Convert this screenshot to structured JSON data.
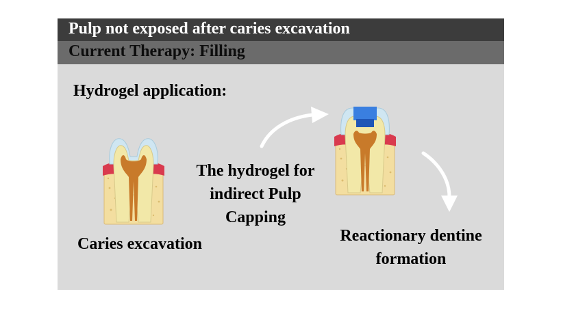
{
  "header": {
    "title": "Pulp not exposed after caries excavation",
    "subtitle": "Current Therapy: Filling"
  },
  "diagram": {
    "section_label": "Hydrogel application:",
    "step1_label": "Caries excavation",
    "step2_label": "The hydrogel for indirect Pulp Capping",
    "step3_label": "Reactionary dentine formation"
  },
  "colors": {
    "title_bar": "#3c3c3c",
    "subtitle_bar": "#6b6b6b",
    "panel": "#dadada",
    "enamel": "#cfe6f2",
    "dentin": "#f2e8a8",
    "pulp": "#c87a2a",
    "gingiva": "#d93a4e",
    "bone": "#f3dea0",
    "hydrogel_filling": "#1f56b6",
    "arrow": "#ffffff"
  }
}
